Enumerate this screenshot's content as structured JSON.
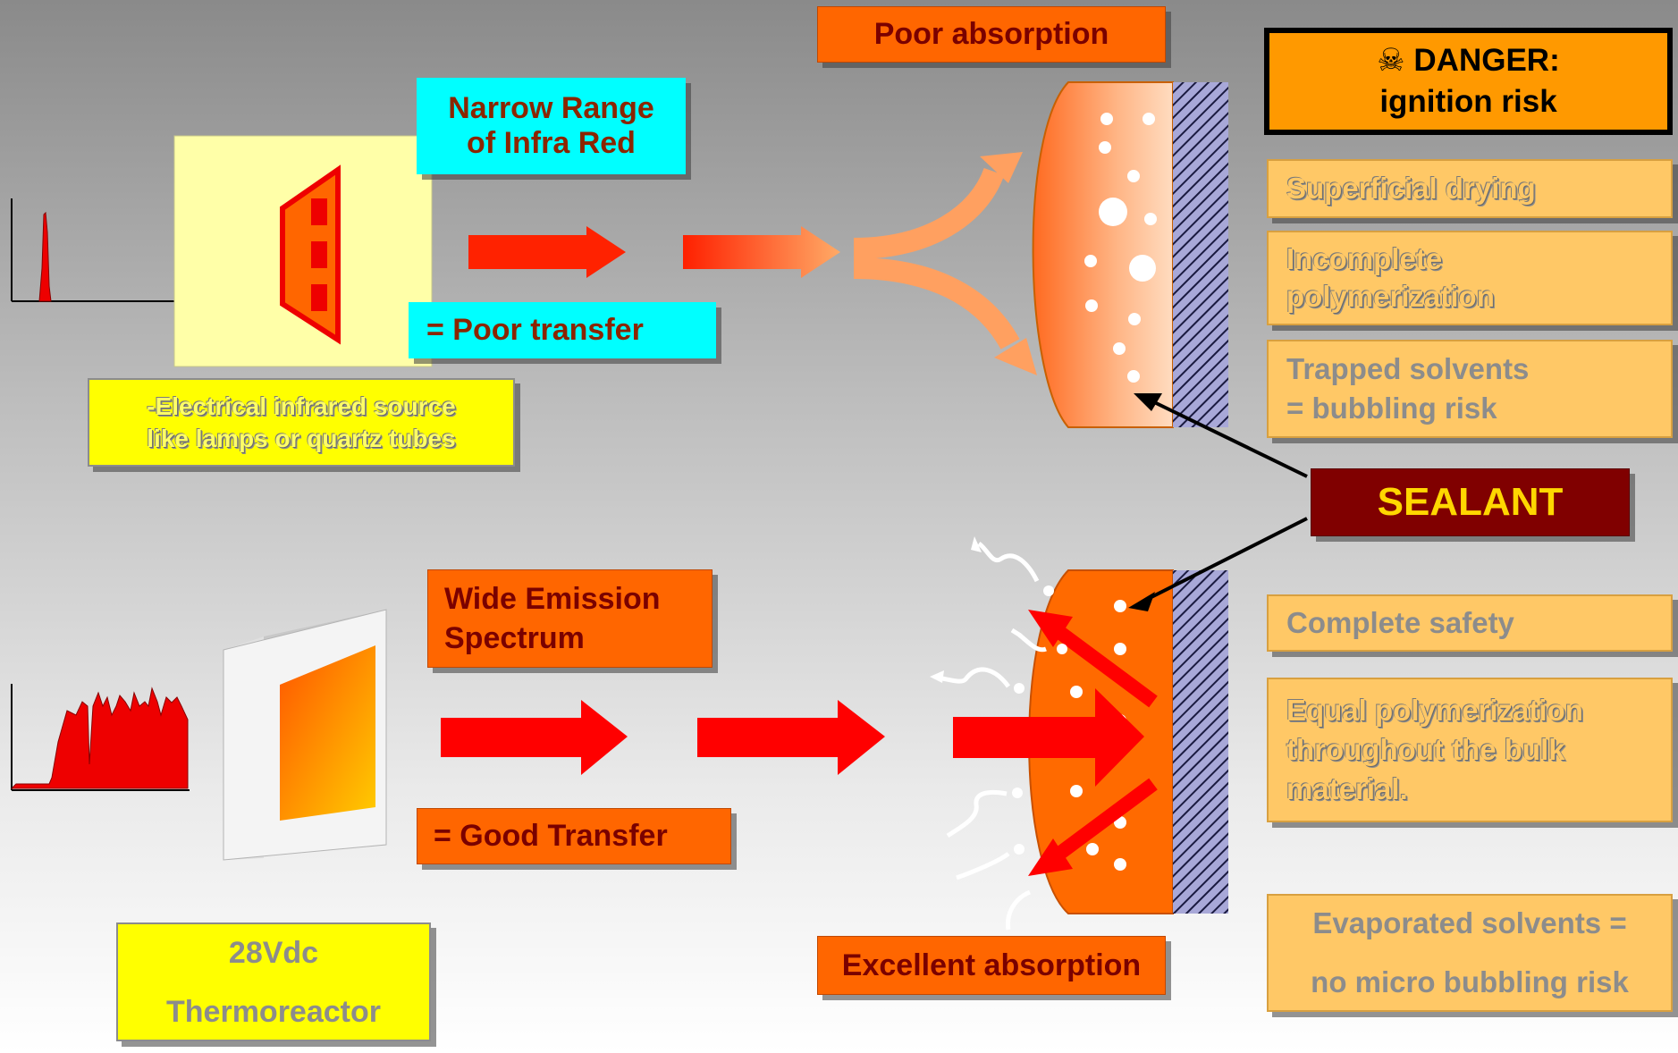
{
  "top": {
    "narrow_range": [
      "Narrow Range",
      "of Infra Red"
    ],
    "poor_transfer": "= Poor transfer",
    "source_label": [
      "-Electrical infrared source",
      "like lamps or quartz tubes"
    ],
    "poor_absorption": "Poor absorption"
  },
  "bottom": {
    "wide_emission": [
      "Wide Emission",
      "Spectrum"
    ],
    "good_transfer": "= Good Transfer",
    "source_label": [
      "28Vdc",
      "Thermoreactor"
    ],
    "excellent_absorption": "Excellent absorption"
  },
  "right": {
    "danger_symbol": "☠",
    "danger": [
      "DANGER:",
      "ignition risk"
    ],
    "superficial": "Superficial drying",
    "incomplete": [
      "Incomplete",
      "polymerization"
    ],
    "trapped": [
      "Trapped solvents",
      "= bubbling risk"
    ],
    "sealant": "SEALANT",
    "complete_safety": "Complete safety",
    "equal_poly": [
      "Equal polymerization",
      "throughout the bulk",
      "material."
    ],
    "evaporated": [
      "Evaporated solvents =",
      "no micro bubbling risk"
    ]
  },
  "colors": {
    "arrow_red": "#ff0000",
    "sealant_bg": "#800000",
    "sealant_text": "#ffd700",
    "orange_box": "#ff6600",
    "cyan_box": "#00ffff"
  }
}
